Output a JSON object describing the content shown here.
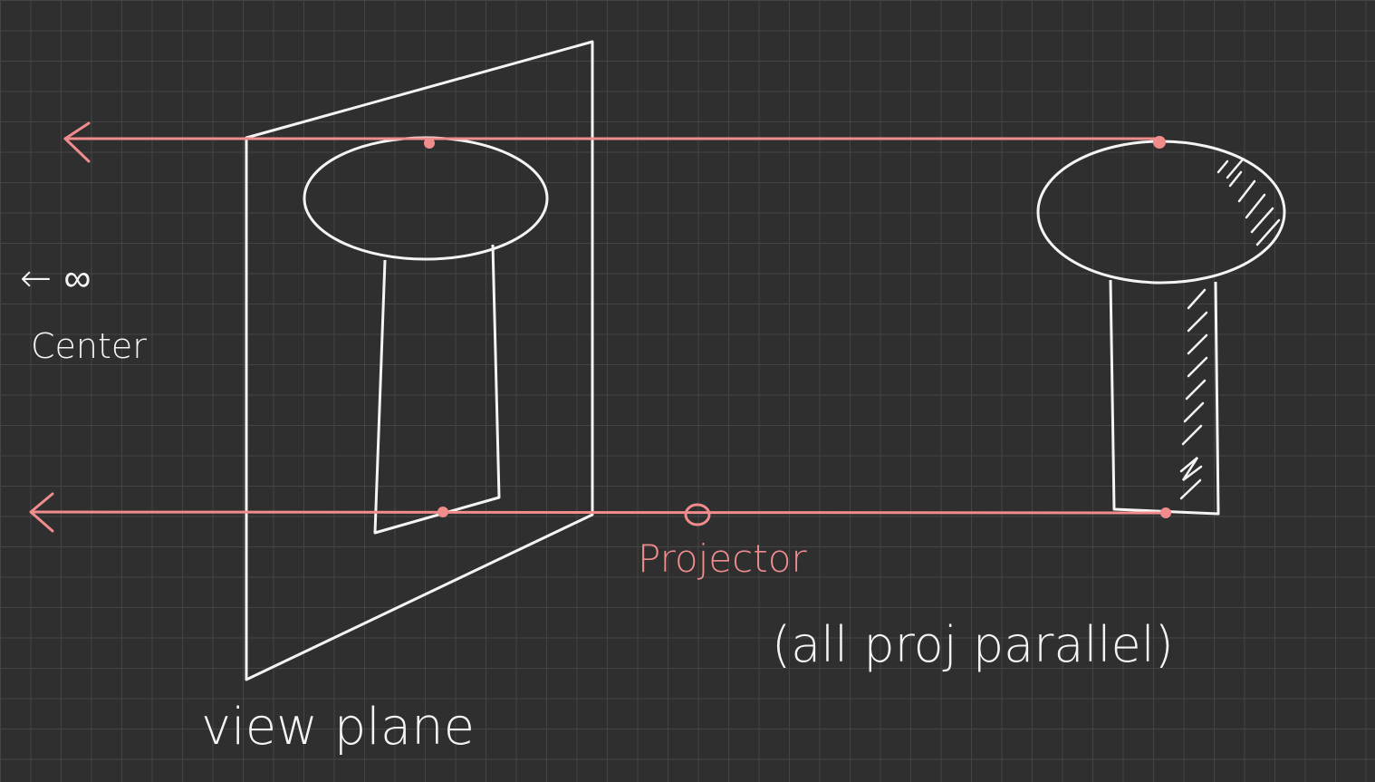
{
  "colors": {
    "background": "#2f2f2f",
    "grid": "#444444",
    "ink_white": "#f4f4f4",
    "ink_pink": "#f08c8c"
  },
  "labels": {
    "infinity_arrow": "← ∞",
    "center": "Center",
    "projector": "Projector",
    "view_plane": "view plane",
    "all_proj_parallel": "(all proj parallel)"
  }
}
